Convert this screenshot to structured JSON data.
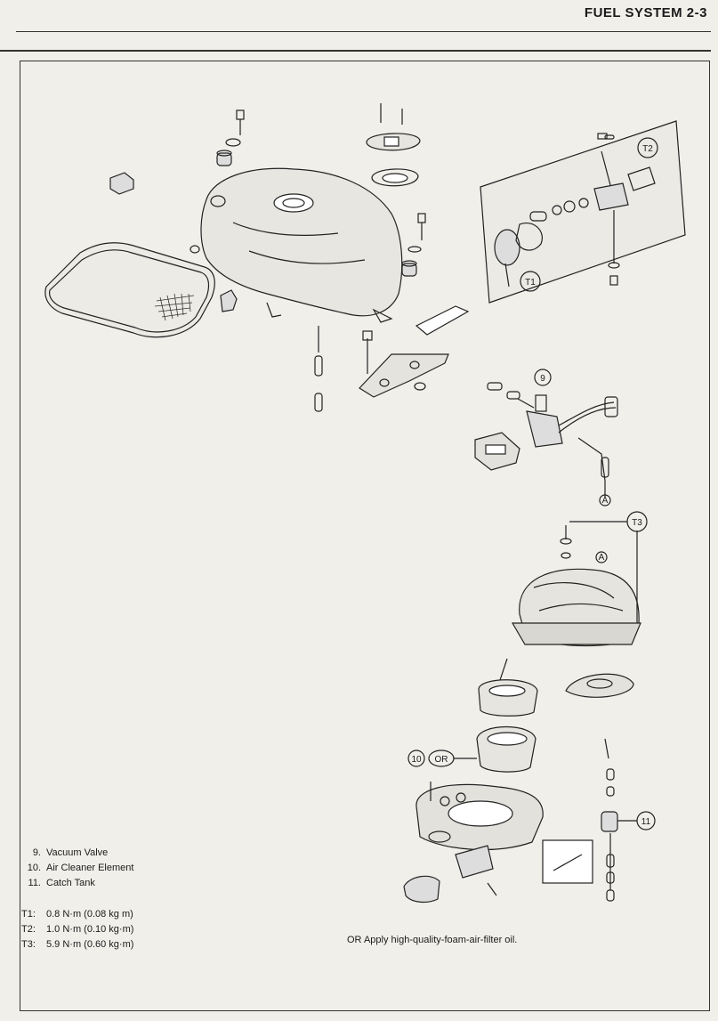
{
  "header": {
    "title": "FUEL SYSTEM 2-3"
  },
  "callouts": {
    "t1": "T1",
    "t2": "T2",
    "t3": "T3",
    "n9": "9",
    "n10": "10",
    "n11": "11",
    "or": "OR",
    "a1": "A",
    "a2": "A"
  },
  "legend": {
    "items": [
      {
        "num": "9.",
        "label": "Vacuum Valve"
      },
      {
        "num": "10.",
        "label": "Air Cleaner Element"
      },
      {
        "num": "11.",
        "label": "Catch Tank"
      }
    ]
  },
  "torque": {
    "items": [
      {
        "label": "T1:",
        "value": "0.8 N·m (0.08 kg m)"
      },
      {
        "label": "T2:",
        "value": "1.0 N·m (0.10 kg·m)"
      },
      {
        "label": "T3:",
        "value": "5.9 N·m (0.60 kg·m)"
      }
    ]
  },
  "note": {
    "text": "OR  Apply high-quality-foam-air-filter oil."
  }
}
